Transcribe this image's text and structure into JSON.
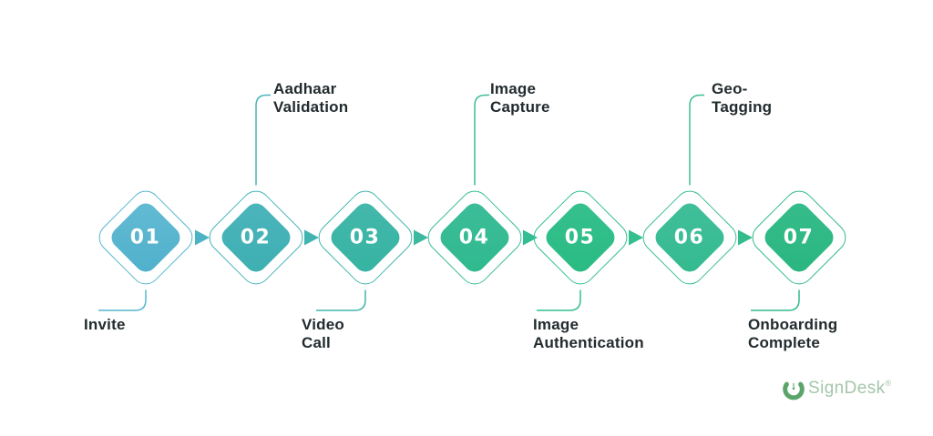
{
  "diagram": {
    "type": "process-flow",
    "step_count": 7
  },
  "nodes": [
    {
      "number": "01",
      "label_lines": [
        "Invite"
      ],
      "label_position": "bottom",
      "fill_start": "#64bbd3",
      "fill_end": "#4fb0cb",
      "stroke": "#55b7cf"
    },
    {
      "number": "02",
      "label_lines": [
        "Aadhaar",
        "Validation"
      ],
      "label_position": "top",
      "fill_start": "#4cb5bd",
      "fill_end": "#3dafb1",
      "stroke": "#47b4ba"
    },
    {
      "number": "03",
      "label_lines": [
        "Video",
        "Call"
      ],
      "label_position": "bottom",
      "fill_start": "#44b8ac",
      "fill_end": "#36b3a1",
      "stroke": "#41b7ab"
    },
    {
      "number": "04",
      "label_lines": [
        "Image",
        "Capture"
      ],
      "label_position": "top",
      "fill_start": "#3dbd9a",
      "fill_end": "#2fb98d",
      "stroke": "#39bc98"
    },
    {
      "number": "05",
      "label_lines": [
        "Image",
        "Authentication"
      ],
      "label_position": "bottom",
      "fill_start": "#36c08f",
      "fill_end": "#29bb82",
      "stroke": "#32bf8b"
    },
    {
      "number": "06",
      "label_lines": [
        "Geo-",
        "Tagging"
      ],
      "label_position": "top",
      "fill_start": "#41bf9a",
      "fill_end": "#34ba8f",
      "stroke": "#3cbd96"
    },
    {
      "number": "07",
      "label_lines": [
        "Onboarding",
        "Complete"
      ],
      "label_position": "bottom",
      "fill_start": "#36bc8b",
      "fill_end": "#2ab680",
      "stroke": "#33ba88"
    }
  ],
  "arrows": [
    {
      "direction": "right",
      "color": "#4bb3c3"
    },
    {
      "direction": "right",
      "color": "#41b4b2"
    },
    {
      "direction": "right",
      "color": "#3cb9a0"
    },
    {
      "direction": "right",
      "color": "#33bd92"
    },
    {
      "direction": "right",
      "color": "#33bf8e"
    },
    {
      "direction": "right",
      "color": "#35bc8d"
    }
  ],
  "logo": {
    "brand": "SignDesk",
    "registered": "®",
    "icon": "signdesk-pen-hands-icon",
    "icon_color": "#5ba56a",
    "text_color": "#a4c6aa"
  },
  "text_color": "#222b2e",
  "background": "#ffffff"
}
